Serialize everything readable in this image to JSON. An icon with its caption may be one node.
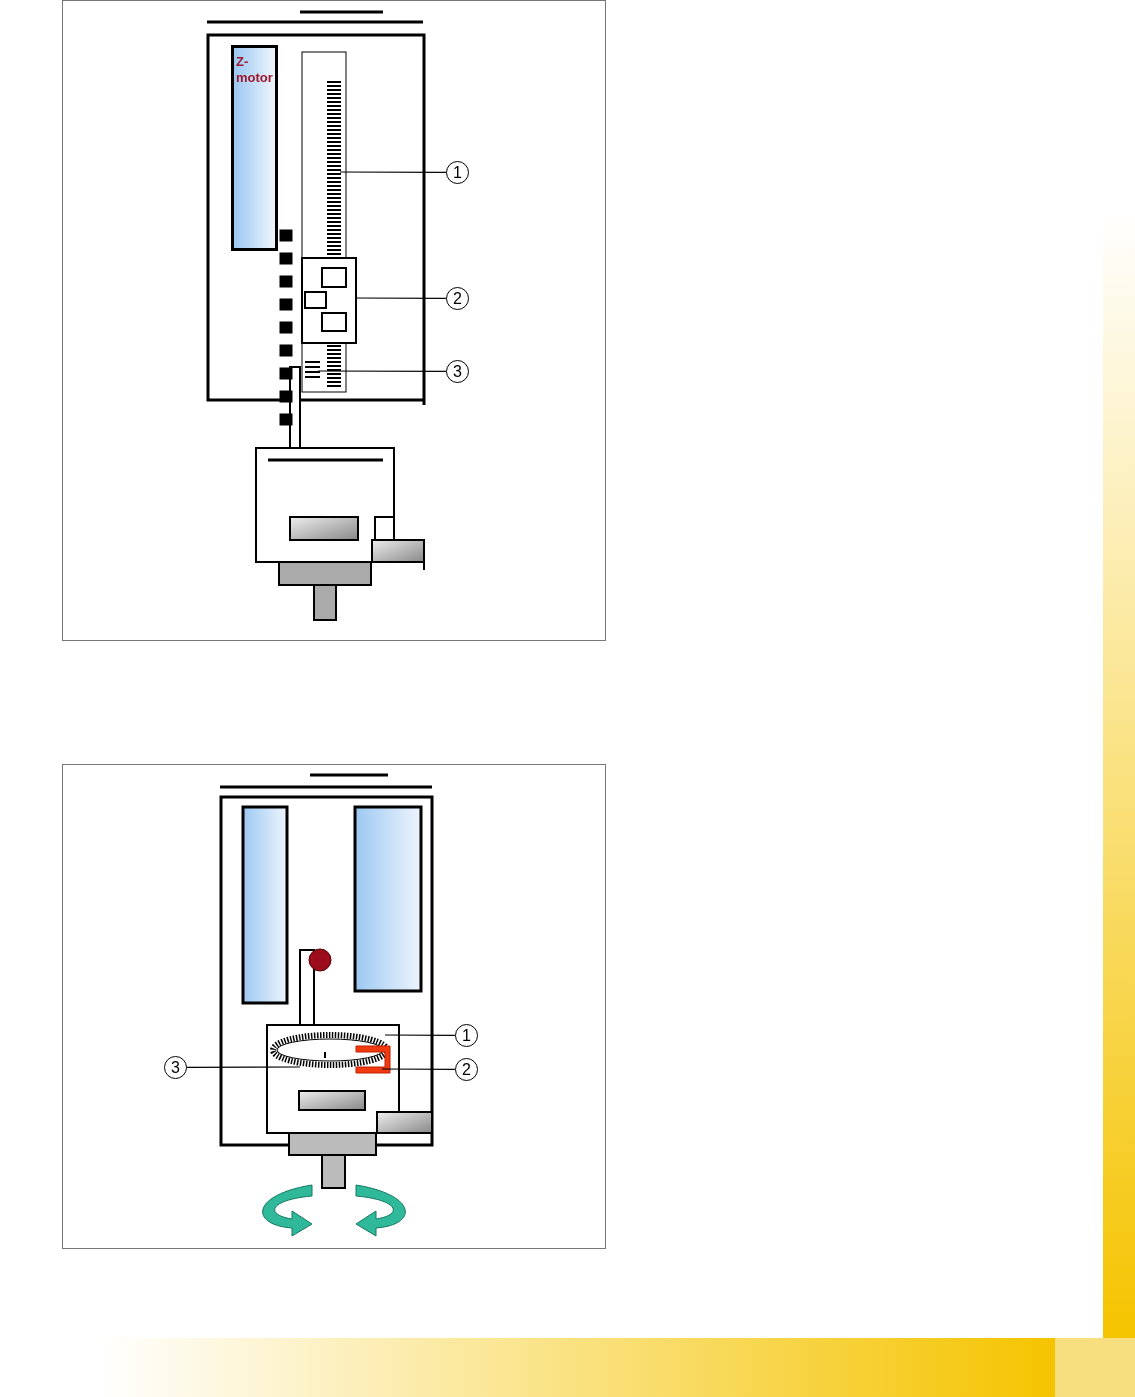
{
  "diagram": {
    "nodes": [
      {
        "text": [
          "Z- motor"
        ]
      },
      {
        "text": [
          "1"
        ]
      },
      {
        "text": [
          "2"
        ]
      },
      {
        "text": [
          "3"
        ]
      },
      {
        "text": [
          "1"
        ]
      },
      {
        "text": [
          "2"
        ]
      },
      {
        "text": [
          "3"
        ]
      }
    ],
    "edges": [
      {
        "from": 1,
        "to": null,
        "arrow": "none"
      },
      {
        "from": 2,
        "to": null,
        "arrow": "none"
      },
      {
        "from": 3,
        "to": null,
        "arrow": "none"
      },
      {
        "from": 4,
        "to": null,
        "arrow": "none"
      },
      {
        "from": 5,
        "to": null,
        "arrow": "none"
      },
      {
        "from": 6,
        "to": null,
        "arrow": "none"
      }
    ]
  }
}
